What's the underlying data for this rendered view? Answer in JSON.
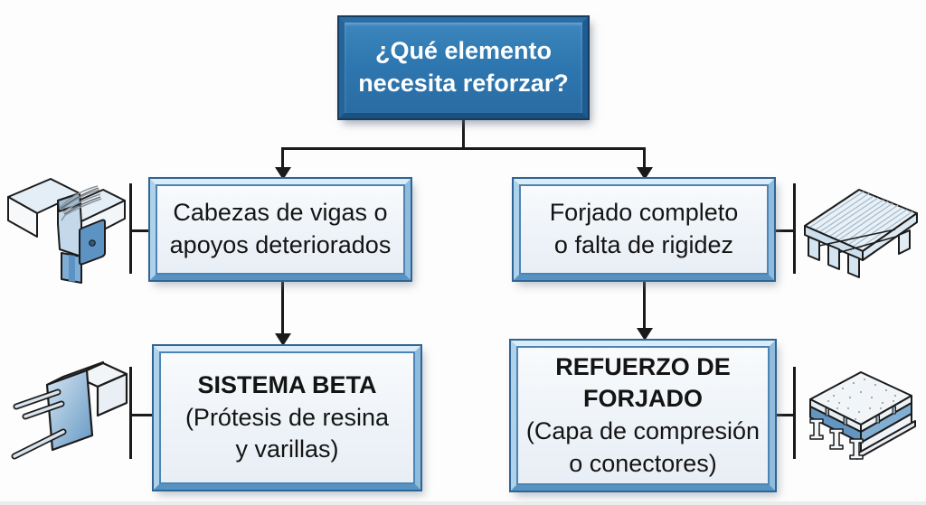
{
  "colors": {
    "root_box_fill": "#2e78b1",
    "root_box_border": "#173a5e",
    "light_box_fill": "#eef3f8",
    "light_box_border": "#4e84b4",
    "connector": "#1a1a1a",
    "text_dark": "#141414",
    "text_light": "#ffffff"
  },
  "flowchart": {
    "root": {
      "label": "¿Qué elemento\nnecesita reforzar?"
    },
    "branches": [
      {
        "condition": "Cabezas de vigas o\napoyos deteriorados",
        "condition_icon": "deteriorated-beam-head-icon",
        "solution_title": "SISTEMA BETA",
        "solution_detail": "(Prótesis de resina\ny varillas)",
        "solution_icon": "resin-prosthesis-rods-icon"
      },
      {
        "condition": "Forjado completo\no falta de rigidez",
        "condition_icon": "timber-floor-joists-icon",
        "solution_title": "REFUERZO DE\nFORJADO",
        "solution_detail": "(Capa de compresión\no conectores)",
        "solution_icon": "compression-layer-slab-icon"
      }
    ]
  }
}
